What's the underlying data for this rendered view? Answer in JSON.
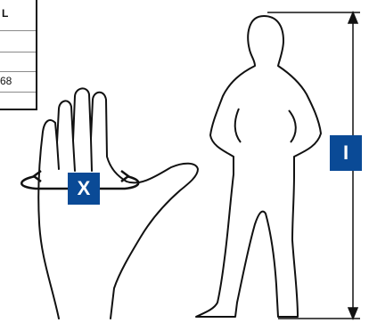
{
  "size_table": {
    "header": "L",
    "visible_value": "68"
  },
  "labels": {
    "hand_girth": "X",
    "height": "I"
  },
  "colors": {
    "badge": "#0a4a96",
    "outline": "#111111"
  }
}
